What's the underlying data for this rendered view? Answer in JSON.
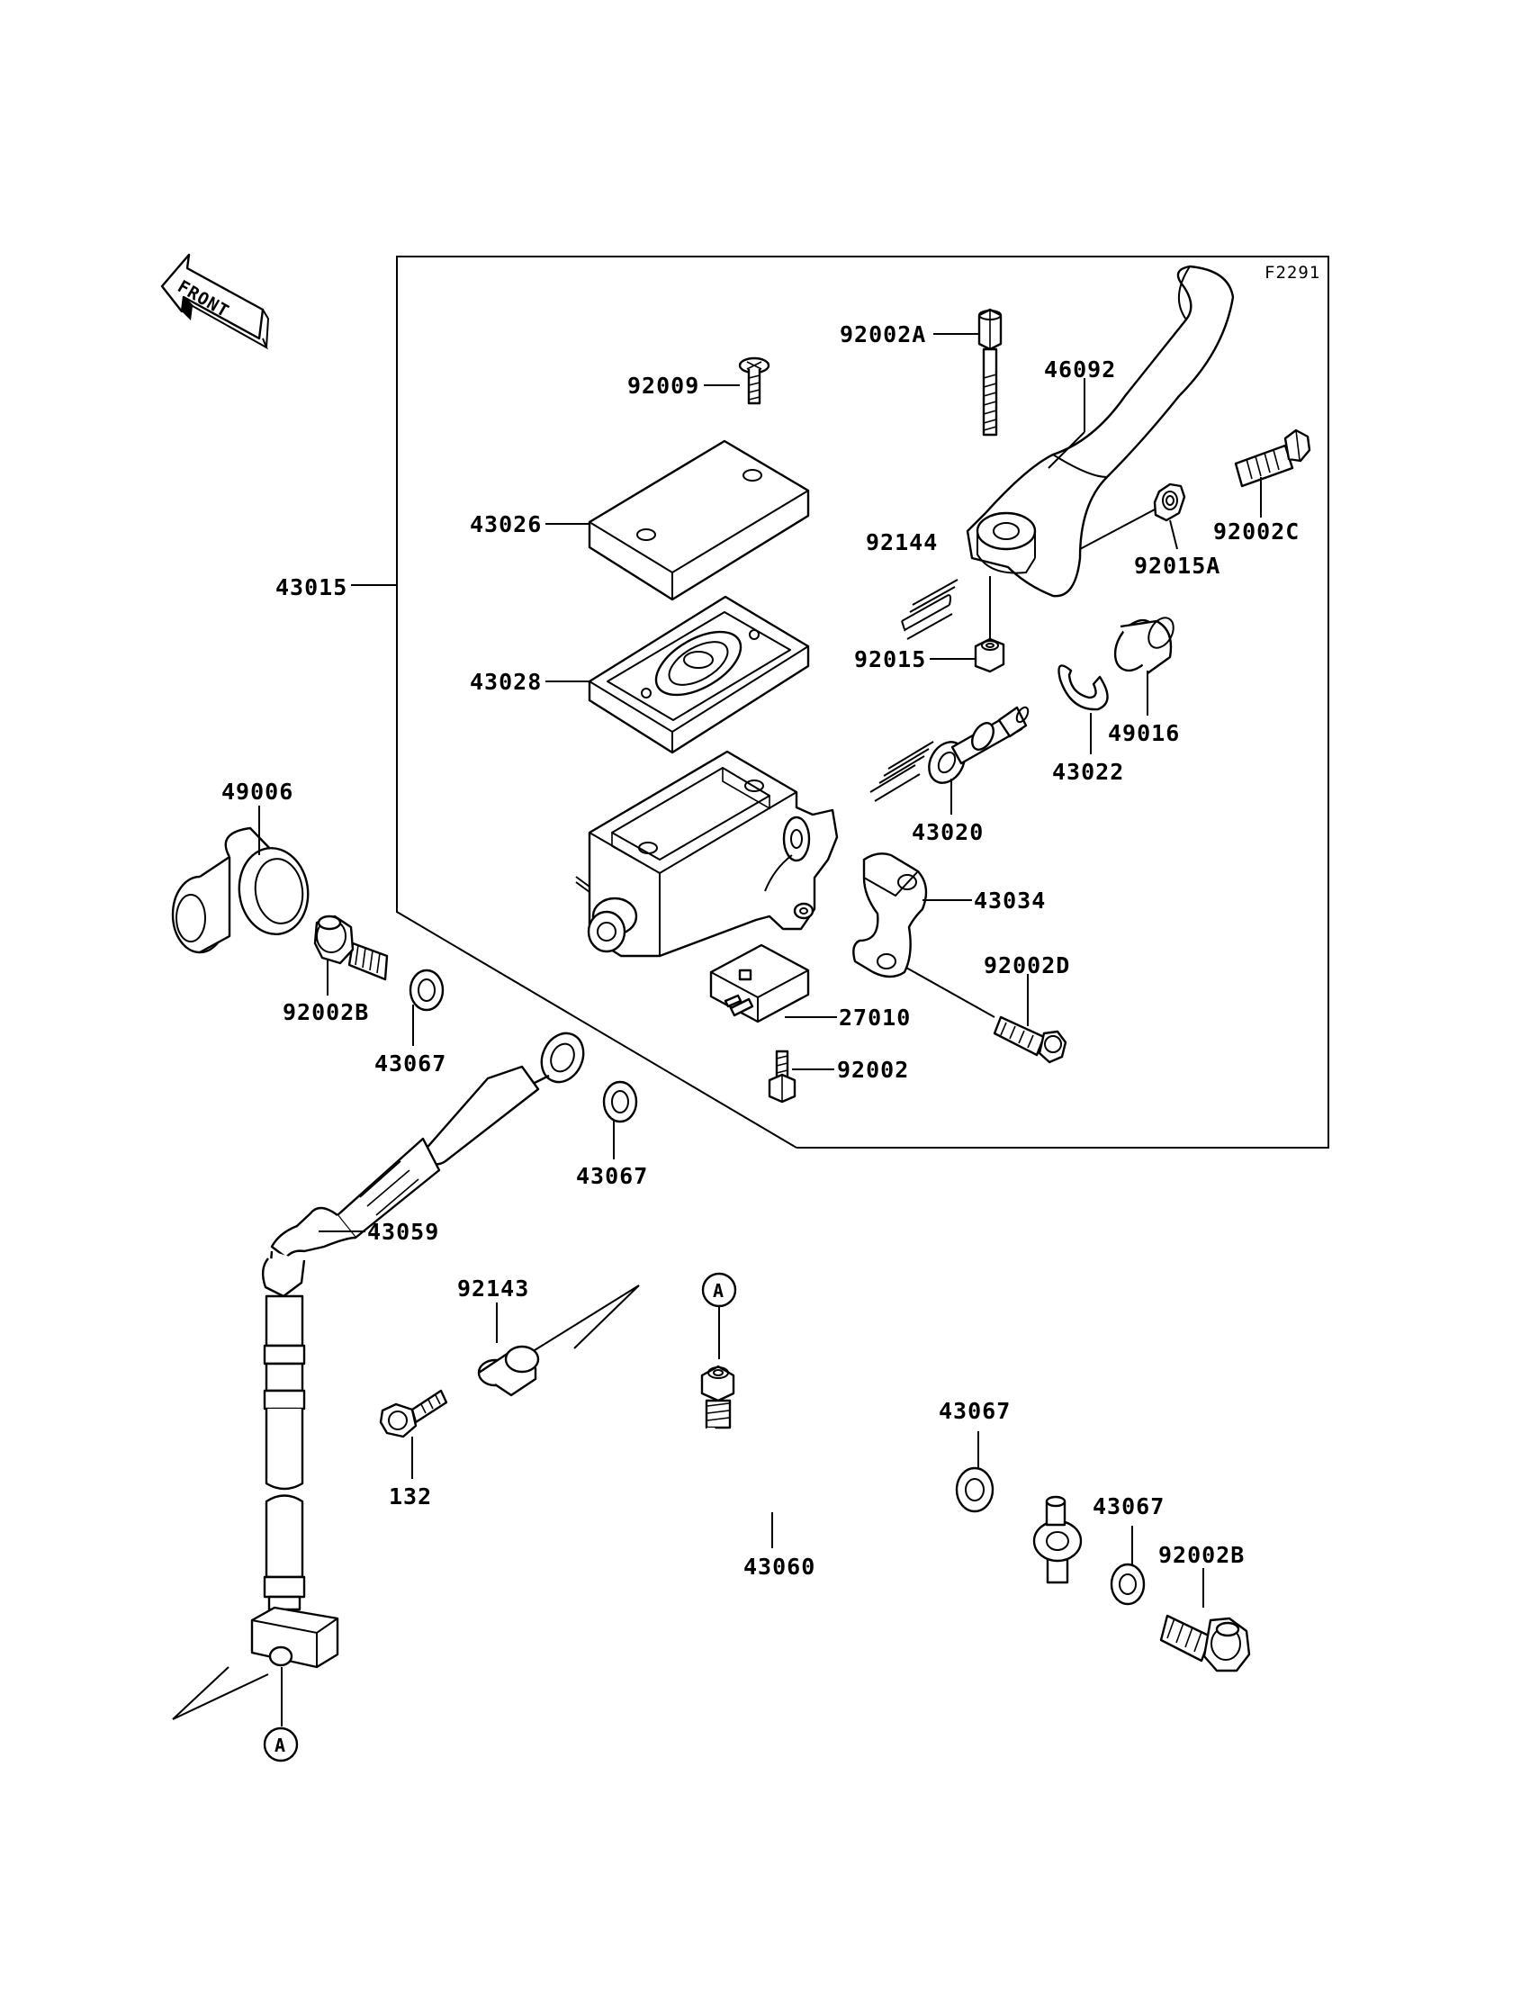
{
  "figure_code": "F2291",
  "front_label": "FRONT",
  "callout_marker": "A",
  "parts": {
    "p92002A": "92002A",
    "p46092": "46092",
    "p92009": "92009",
    "p43026": "43026",
    "p43015": "43015",
    "p92144": "92144",
    "p92002C": "92002C",
    "p92015A": "92015A",
    "p43028": "43028",
    "p92015": "92015",
    "p49016": "49016",
    "p43022": "43022",
    "p49006": "49006",
    "p43020": "43020",
    "p43034": "43034",
    "p92002B_a": "92002B",
    "p92002D": "92002D",
    "p27010": "27010",
    "p43067_a": "43067",
    "p92002": "92002",
    "p43067_b": "43067",
    "p43059": "43059",
    "p92143": "92143",
    "p43067_c": "43067",
    "p132": "132",
    "p43067_d": "43067",
    "p92002B_b": "92002B",
    "p43060": "43060"
  }
}
